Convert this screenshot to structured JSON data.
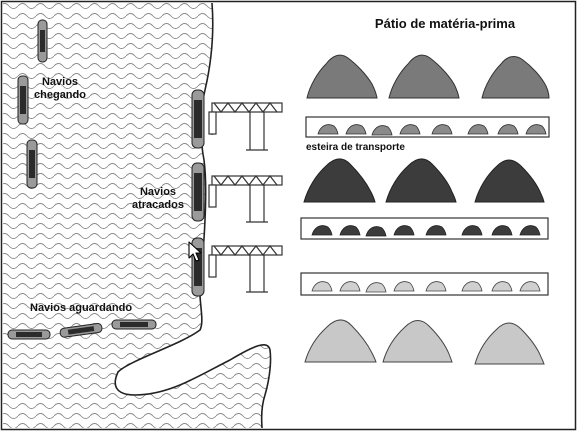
{
  "labels": {
    "title": "Pátio de matéria-prima",
    "ships_arriving": "Navios chegando",
    "ships_docked": "Navios atracados",
    "ships_waiting": "Navios aguardando",
    "conveyor": "esteira de transporte"
  },
  "colors": {
    "water_wave": "#7d7d7d",
    "pile_medium": "#7a7a7a",
    "pile_dark": "#3c3c3c",
    "pile_light": "#c8c8c8",
    "ship_hull": "#9a9a9a",
    "ship_deck": "#2b2b2b",
    "crane": "#555555"
  },
  "icons": {
    "cursor": "mouse-pointer-icon"
  }
}
